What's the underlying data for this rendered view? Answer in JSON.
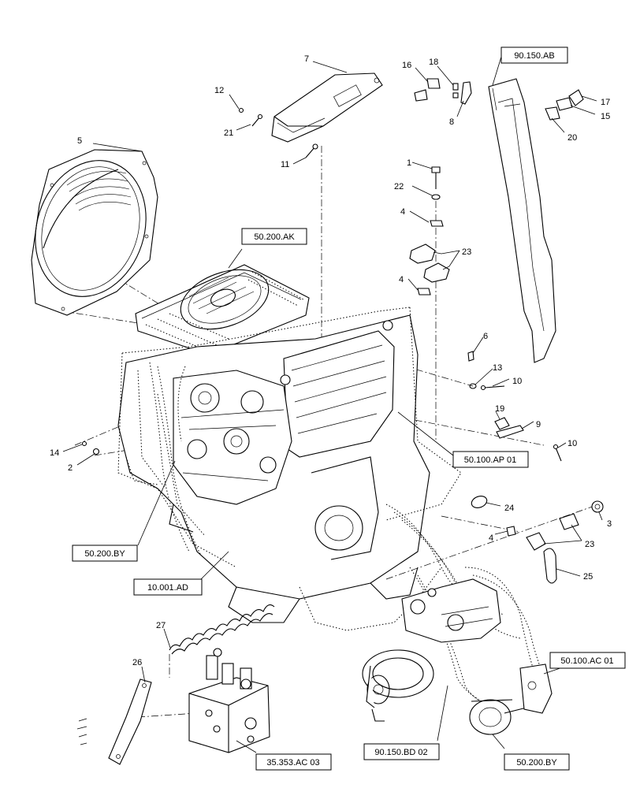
{
  "refs": [
    {
      "id": "ref-90150ab",
      "label": "90.150.AB"
    },
    {
      "id": "ref-50200ak",
      "label": "50.200.AK"
    },
    {
      "id": "ref-50100ap01",
      "label": "50.100.AP 01"
    },
    {
      "id": "ref-50200by-left",
      "label": "50.200.BY"
    },
    {
      "id": "ref-10001ad",
      "label": "10.001.AD"
    },
    {
      "id": "ref-50100ac01",
      "label": "50.100.AC 01"
    },
    {
      "id": "ref-35353ac03",
      "label": "35.353.AC 03"
    },
    {
      "id": "ref-90150bd02",
      "label": "90.150.BD 02"
    },
    {
      "id": "ref-50200by-right",
      "label": "50.200.BY"
    }
  ],
  "callouts": [
    "1",
    "2",
    "3",
    "4",
    "4",
    "4",
    "5",
    "6",
    "7",
    "8",
    "9",
    "10",
    "10",
    "11",
    "12",
    "13",
    "14",
    "15",
    "16",
    "17",
    "18",
    "19",
    "20",
    "21",
    "22",
    "23",
    "23",
    "24",
    "25",
    "26",
    "27"
  ]
}
